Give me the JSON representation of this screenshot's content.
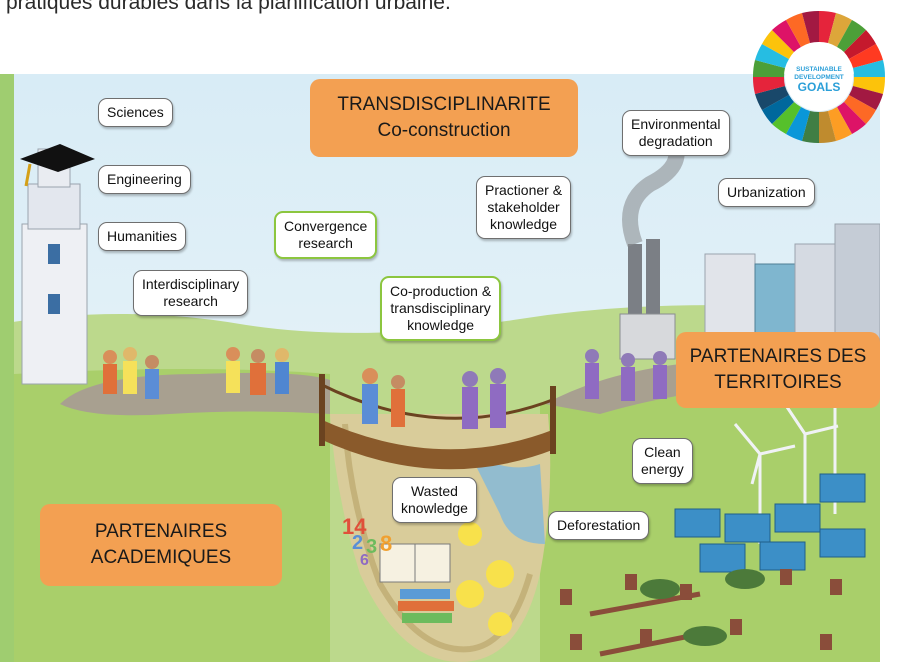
{
  "caption": "pratiques durables dans la planification urbaine.",
  "labels": {
    "transdisciplinarite": [
      "TRANSDISCIPLINARITE",
      "Co-construction"
    ],
    "partenaires_territoires": [
      "PARTENAIRES DES",
      "TERRITOIRES"
    ],
    "partenaires_academiques": [
      "PARTENAIRES",
      "ACADEMIQUES"
    ]
  },
  "bubbles": {
    "sciences": "Sciences",
    "engineering": "Engineering",
    "humanities": "Humanities",
    "interdisciplinary": [
      "Interdisciplinary",
      "research"
    ],
    "convergence": [
      "Convergence",
      "research"
    ],
    "coproduction": [
      "Co-production &",
      "transdisciplinary",
      "knowledge"
    ],
    "practioner": [
      "Practioner &",
      "stakeholder",
      "knowledge"
    ],
    "environmental": [
      "Environmental",
      "degradation"
    ],
    "urbanization": "Urbanization",
    "clean_energy": [
      "Clean",
      "energy"
    ],
    "wasted": [
      "Wasted",
      "knowledge"
    ],
    "deforestation": "Deforestation"
  },
  "sdg_logo": [
    "SUSTAINABLE",
    "DEVELOPMENT",
    "GOALS"
  ],
  "pit_numbers": [
    "14",
    "2",
    "3",
    "8",
    "6"
  ],
  "colors": {
    "orange_box": "#f3a052",
    "green_bubble": "#8cc63f",
    "sky": "#cfe6f3",
    "grass": "#a9cf6a",
    "path": "#a8a090"
  }
}
